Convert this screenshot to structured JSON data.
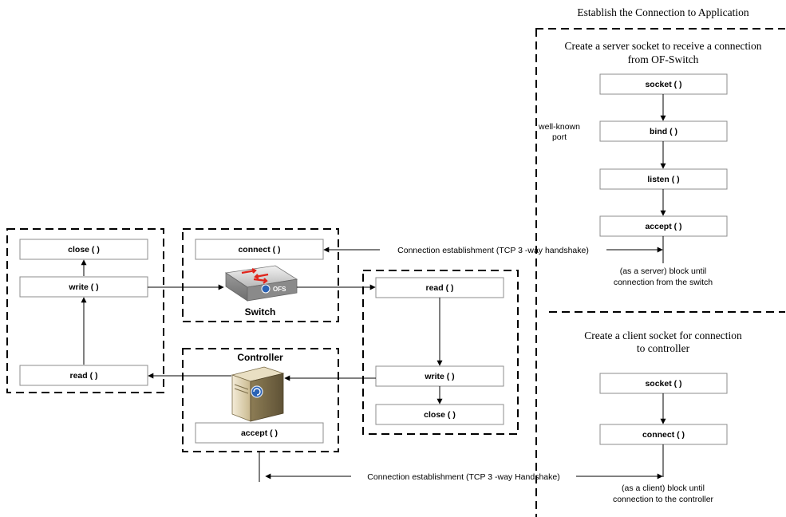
{
  "header": {
    "title": "Establish the Connection to Application"
  },
  "server_panel": {
    "title_line1": "Create a server socket to receive a connection",
    "title_line2": "from OF-Switch",
    "steps": [
      "socket ( )",
      "bind ( )",
      "listen ( )",
      "accept ( )"
    ],
    "port_note_line1": "well-known",
    "port_note_line2": "port",
    "block_note_line1": "(as a server) block until",
    "block_note_line2": "connection from the switch"
  },
  "client_panel": {
    "title_line1": "Create a client socket for connection",
    "title_line2": "to controller",
    "steps": [
      "socket ( )",
      "connect ( )"
    ],
    "block_note_line1": "(as a client) block until",
    "block_note_line2": "connection to the controller"
  },
  "left_group": {
    "steps": [
      "close ( )",
      "write ( )",
      "read ( )"
    ]
  },
  "switch_group": {
    "step": "connect ( )",
    "device_label": "Switch",
    "device_badge": "OFS"
  },
  "controller_group": {
    "device_label": "Controller",
    "step": "accept ( )"
  },
  "middle_group": {
    "steps": [
      "read ( )",
      "write ( )",
      "close ( )"
    ]
  },
  "connections": {
    "top": "Connection establishment (TCP 3 -way handshake)",
    "bottom": "Connection establishment (TCP 3 -way Handshake)"
  },
  "colors": {
    "box_fill": "#ffffff",
    "box_stroke": "#8c8c8c",
    "line": "#000000",
    "switch_arrow": "#e0241b"
  }
}
